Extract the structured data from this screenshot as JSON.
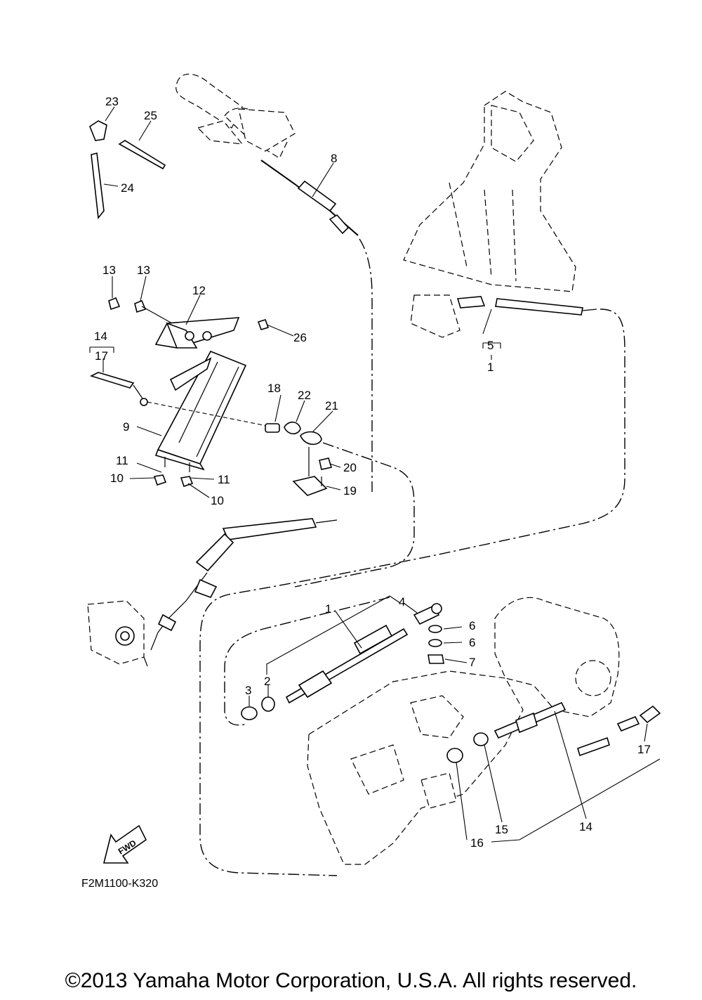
{
  "diagram": {
    "code": "F2M1100-K320",
    "fwd_label": "FWD",
    "copyright": "©2013 Yamaha Motor Corporation, U.S.A. All rights reserved.",
    "callouts": [
      "1",
      "1",
      "2",
      "3",
      "4",
      "5",
      "6",
      "6",
      "7",
      "8",
      "9",
      "10",
      "10",
      "11",
      "11",
      "12",
      "13",
      "13",
      "14",
      "14",
      "15",
      "16",
      "17",
      "17",
      "18",
      "19",
      "20",
      "21",
      "22",
      "23",
      "24",
      "25",
      "26"
    ]
  }
}
